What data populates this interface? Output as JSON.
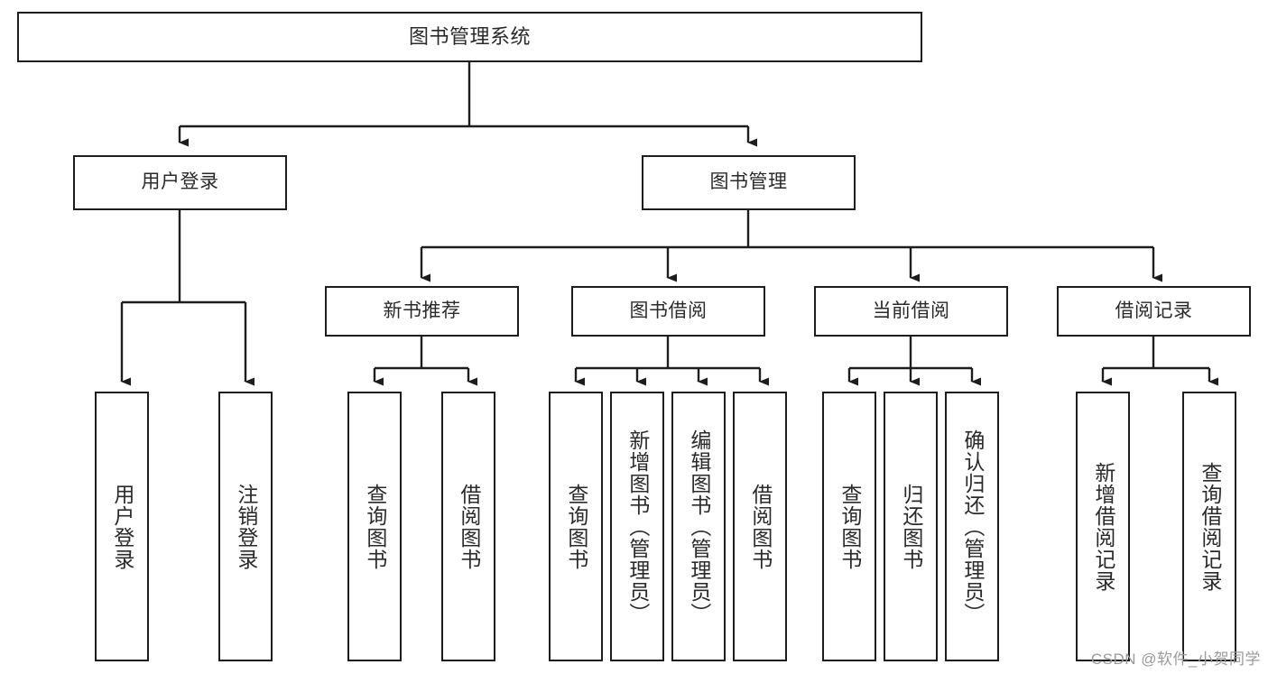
{
  "diagram": {
    "type": "tree-hierarchy",
    "title": "图书管理系统",
    "watermark": "CSDN @软件_小贺同学",
    "colors": {
      "stroke": "#1d1d1d",
      "fill": "#ffffff",
      "text": "#2a2a2a",
      "watermark": "#9a9a9a"
    },
    "nodes": {
      "root": {
        "label": "图书管理系统",
        "level": 1
      },
      "level2": [
        {
          "id": "user-login",
          "label": "用户登录"
        },
        {
          "id": "book-management",
          "label": "图书管理"
        }
      ],
      "level3": [
        {
          "id": "new-book-recommend",
          "label": "新书推荐",
          "parent": "book-management"
        },
        {
          "id": "book-borrow",
          "label": "图书借阅",
          "parent": "book-management"
        },
        {
          "id": "current-borrow",
          "label": "当前借阅",
          "parent": "book-management"
        },
        {
          "id": "borrow-record",
          "label": "借阅记录",
          "parent": "book-management"
        }
      ],
      "leaves": [
        {
          "id": "leaf-user-login",
          "label": "用户登录",
          "parent": "user-login"
        },
        {
          "id": "leaf-logout-login",
          "label": "注销登录",
          "parent": "user-login"
        },
        {
          "id": "leaf-query-book-1",
          "label": "查询图书",
          "parent": "new-book-recommend"
        },
        {
          "id": "leaf-borrow-book-1",
          "label": "借阅图书",
          "parent": "new-book-recommend"
        },
        {
          "id": "leaf-query-book-2",
          "label": "查询图书",
          "parent": "book-borrow"
        },
        {
          "id": "leaf-add-book",
          "label": "新增图书（管理员）",
          "parent": "book-borrow"
        },
        {
          "id": "leaf-edit-book",
          "label": "编辑图书（管理员）",
          "parent": "book-borrow"
        },
        {
          "id": "leaf-borrow-book-2",
          "label": "借阅图书",
          "parent": "book-borrow"
        },
        {
          "id": "leaf-query-book-3",
          "label": "查询图书",
          "parent": "current-borrow"
        },
        {
          "id": "leaf-return-book",
          "label": "归还图书",
          "parent": "current-borrow"
        },
        {
          "id": "leaf-confirm-return",
          "label": "确认归还（管理员）",
          "parent": "current-borrow"
        },
        {
          "id": "leaf-add-record",
          "label": "新增借阅记录",
          "parent": "borrow-record"
        },
        {
          "id": "leaf-query-record",
          "label": "查询借阅记录",
          "parent": "borrow-record"
        }
      ]
    }
  }
}
